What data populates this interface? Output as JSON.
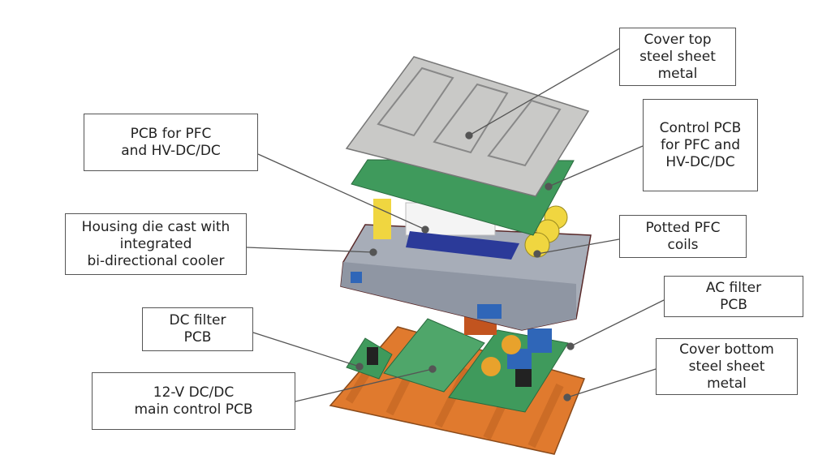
{
  "labels": {
    "cover_top": [
      "Cover top",
      "steel sheet",
      "metal"
    ],
    "control_pcb": [
      "Control PCB",
      "for PFC and",
      "HV-DC/DC"
    ],
    "pcb_pfc": [
      "PCB for PFC",
      "and HV-DC/DC"
    ],
    "housing": [
      "Housing die cast with",
      "integrated",
      "bi-directional cooler"
    ],
    "pfc_coils": [
      "Potted PFC",
      "coils"
    ],
    "ac_filter": [
      "AC filter",
      "PCB"
    ],
    "dc_filter": [
      "DC filter",
      "PCB"
    ],
    "cover_bottom": [
      "Cover bottom",
      "steel sheet",
      "metal"
    ],
    "main_control": [
      "12-V DC/DC",
      "main control PCB"
    ]
  },
  "colors": {
    "cover_top": "#c9c9c7",
    "pcb": "#3f9a5c",
    "housing": "#a7adb8",
    "coils": "#f0d640",
    "cover_bottom": "#e07a2e",
    "leader": "#555555"
  }
}
